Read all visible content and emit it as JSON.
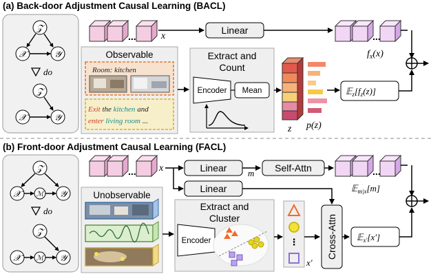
{
  "sections": {
    "bacl_title": "(a) Back-door Adjustment Causal Learning (BACL)",
    "facl_title": "(b) Front-door Adjustment Causal Learning (FACL)"
  },
  "graph": {
    "z": "𝒵",
    "x": "𝒳",
    "y": "𝒴",
    "m": "ℳ",
    "do": "do"
  },
  "bacl": {
    "x_label": "x",
    "linear": "Linear",
    "observable": "Observable",
    "room_text": "Room: kitchen",
    "instr": {
      "w1": "Exit",
      "w2": "the",
      "w3": "kitchen",
      "w4": "and",
      "w5": "enter",
      "w6": "living room",
      "w7": "..."
    },
    "extract_count": [
      "Extract and",
      "Count"
    ],
    "encoder": "Encoder",
    "mean": "Mean",
    "z_label": "z",
    "pz_label": "p(z)",
    "fx_label": "f_x(x)",
    "ez_label": "𝔼_z[f_z(z)]"
  },
  "facl": {
    "x_label": "x",
    "linear1": "Linear",
    "linear2": "Linear",
    "m_label": "m",
    "self_attn": "Self-Attn",
    "unobservable": "Unobservable",
    "extract_cluster": [
      "Extract and",
      "Cluster"
    ],
    "encoder": "Encoder",
    "cross_attn": "Cross-Attn",
    "xprime_label": "x'",
    "em_label": "𝔼_m|x[m]",
    "ex_label": "𝔼_x'[x']"
  },
  "colors": {
    "feature_pink": "#f2c2dc",
    "feature_pink_dark": "#e39cc6",
    "feature_lavender": "#e8c8f2",
    "panel_gray": "#efefef",
    "dashed_orange": "#e07b39",
    "dashed_yellow": "#e0b020",
    "bar_red": "#e0474c",
    "bar_yellow": "#f7c948",
    "cluster_orange": "#ef6b2b",
    "cluster_yellow": "#e8d31a",
    "cluster_purple": "#9a7bd6"
  }
}
